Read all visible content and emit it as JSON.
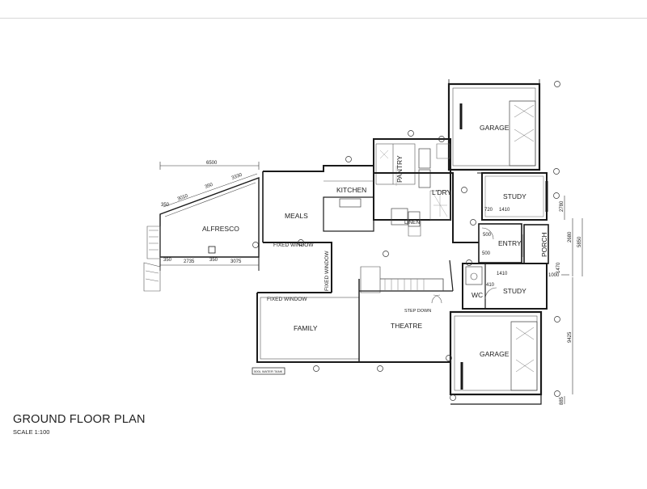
{
  "plan": {
    "title": "GROUND FLOOR PLAN",
    "scale": "SCALE 1:100"
  },
  "rooms": {
    "garage_top": "GARAGE",
    "pantry": "PANTRY",
    "kitchen": "KITCHEN",
    "laundry": "L'DRY",
    "linen": "LINEN",
    "study_top": "STUDY",
    "entry": "ENTRY",
    "porch": "PORCH",
    "study_bottom": "STUDY",
    "wc": "WC",
    "meals": "MEALS",
    "alfresco": "ALFRESCO",
    "family": "FAMILY",
    "theatre": "THEATRE",
    "garage_bottom": "GARAGE"
  },
  "labels": {
    "fixed_window_1": "FIXED WINDOW",
    "fixed_window_2": "FIXED WINDOW",
    "fixed_window_3": "FIXED WINDOW",
    "step_down": "STEP DOWN",
    "rain_water_tank": "500L WATER TANK"
  },
  "dimensions": {
    "d6500": "6500",
    "d3330": "3330",
    "d3010": "3010",
    "d350a": "350",
    "d350b": "350",
    "d350c": "350",
    "d350d": "350",
    "d2735": "2735",
    "d3075": "3075",
    "d720": "720",
    "d1410a": "1410",
    "d1410b": "1410",
    "d500a": "500",
    "d500b": "500",
    "d410": "410",
    "d1000": "1000",
    "d2680": "2680",
    "d5850": "5850",
    "d2780": "2780",
    "d9425": "9425",
    "d1470": "1470",
    "d885": "885"
  }
}
